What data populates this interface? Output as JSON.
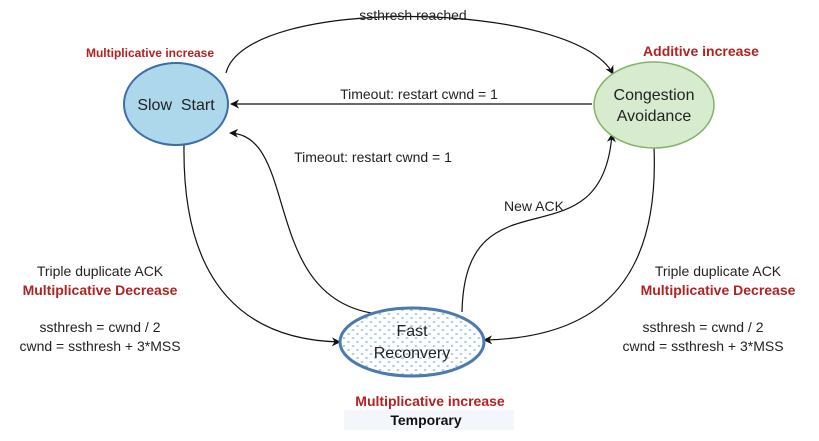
{
  "colors": {
    "slow_start_fill": "#add8ec",
    "slow_start_stroke": "#3b6ea5",
    "congestion_fill": "#d7eccf",
    "congestion_stroke": "#82b366",
    "fast_recovery_fill": "#ffffff",
    "fast_recovery_dots": "#a9cbe6",
    "fast_recovery_stroke": "#4a7ab0",
    "accent_red": "#b22222"
  },
  "nodes": {
    "slow_start": {
      "label": "Slow  Start",
      "note": "Multiplicative increase"
    },
    "congestion_avoidance": {
      "line1": "Congestion",
      "line2": "Avoidance",
      "note": "Additive increase"
    },
    "fast_recovery": {
      "line1": "Fast",
      "line2": "Reconvery",
      "note": "Multiplicative increase",
      "note2": "Temporary"
    }
  },
  "edges": {
    "ss_to_ca": "ssthresh reached",
    "ca_to_ss": "Timeout: restart cwnd = 1",
    "fr_to_ss": "Timeout: restart cwnd = 1",
    "fr_to_ca": "New ACK"
  },
  "left_block": {
    "line1": "Triple duplicate ACK",
    "line2": "Multiplicative Decrease",
    "line3": "ssthresh = cwnd / 2",
    "line4": "cwnd = ssthresh + 3*MSS"
  },
  "right_block": {
    "line1": "Triple duplicate ACK",
    "line2": "Multiplicative Decrease",
    "line3": "ssthresh = cwnd / 2",
    "line4": "cwnd = ssthresh + 3*MSS"
  }
}
